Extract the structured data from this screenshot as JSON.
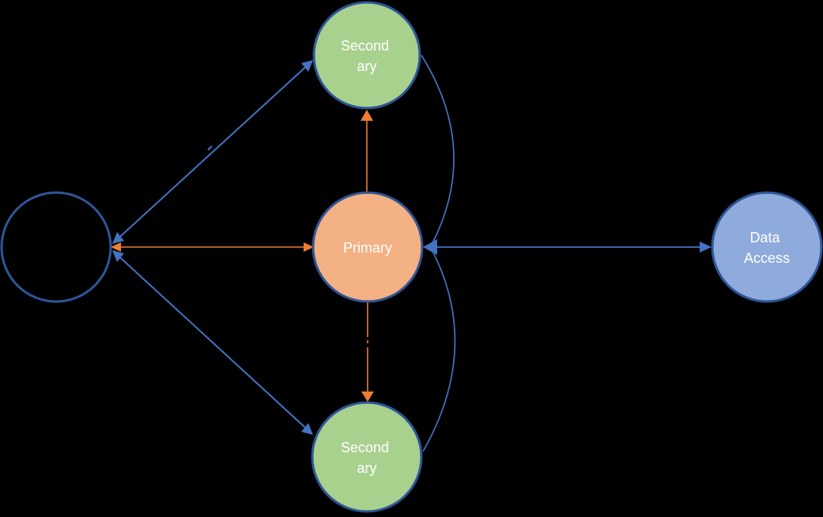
{
  "diagram": {
    "background": "#000000",
    "colors": {
      "node_border": "#2E5597",
      "blue_connector": "#4472C4",
      "orange_connector": "#ED7D31",
      "secondary_fill": "#A9D18E",
      "primary_fill": "#F4B183",
      "data_access_fill": "#8FAADC",
      "empty_node_fill": "none",
      "label_text": "#FFFFFF"
    },
    "nodes": {
      "left_circle": {
        "label": ""
      },
      "secondary_top": {
        "line1": "Second",
        "line2": "ary"
      },
      "primary": {
        "label": "Primary"
      },
      "secondary_bottom": {
        "line1": "Second",
        "line2": "ary"
      },
      "data_access": {
        "line1": "Data",
        "line2": "Access"
      }
    },
    "edges": [
      {
        "from": "left_circle",
        "to": "secondary_top",
        "color": "blue",
        "arrows": "both",
        "style": "straight"
      },
      {
        "from": "left_circle",
        "to": "secondary_bottom",
        "color": "blue",
        "arrows": "both",
        "style": "straight"
      },
      {
        "from": "left_circle",
        "to": "primary",
        "color": "orange",
        "arrows": "both",
        "style": "straight"
      },
      {
        "from": "primary",
        "to": "secondary_top",
        "color": "orange",
        "arrows": "end",
        "style": "straight"
      },
      {
        "from": "primary",
        "to": "secondary_bottom",
        "color": "orange",
        "arrows": "end",
        "style": "straight"
      },
      {
        "from": "data_access",
        "to": "primary",
        "color": "blue",
        "arrows": "both",
        "style": "straight"
      },
      {
        "from": "secondary_top",
        "to": "primary",
        "color": "blue",
        "arrows": "end",
        "style": "curved"
      },
      {
        "from": "secondary_bottom",
        "to": "primary",
        "color": "blue",
        "arrows": "end",
        "style": "curved"
      }
    ]
  }
}
